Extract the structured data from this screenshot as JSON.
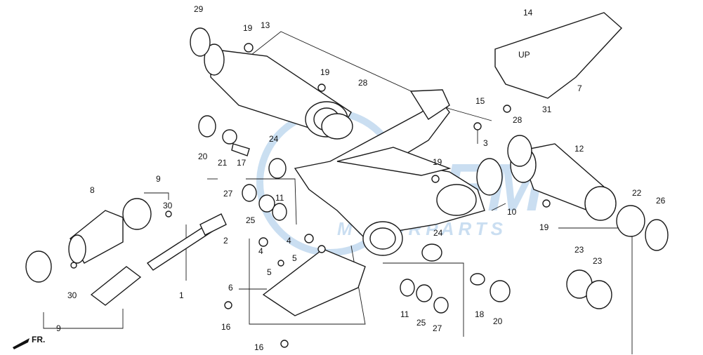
{
  "watermark": {
    "logo_text": "GEM",
    "sub_text": "MOTORPARTS",
    "color": "#9fc4e6"
  },
  "labels": {
    "l1": "1",
    "l2": "2",
    "l3": "3",
    "l4a": "4",
    "l4b": "4",
    "l5a": "5",
    "l5b": "5",
    "l6": "6",
    "l7": "7",
    "l8": "8",
    "l9a": "9",
    "l9b": "9",
    "l10": "10",
    "l11a": "11",
    "l11b": "11",
    "l12": "12",
    "l13": "13",
    "l14": "14",
    "l15": "15",
    "l16a": "16",
    "l16b": "16",
    "l17": "17",
    "l18": "18",
    "l19a": "19",
    "l19b": "19",
    "l19c": "19",
    "l19d": "19",
    "l20a": "20",
    "l20b": "20",
    "l21": "21",
    "l22": "22",
    "l23a": "23",
    "l23b": "23",
    "l24a": "24",
    "l24b": "24",
    "l25a": "25",
    "l25b": "25",
    "l26": "26",
    "l27a": "27",
    "l27b": "27",
    "l28a": "28",
    "l28b": "28",
    "l29": "29",
    "l30a": "30",
    "l30b": "30",
    "l31": "31"
  },
  "direction_label": "FR.",
  "guard_text": "UP"
}
